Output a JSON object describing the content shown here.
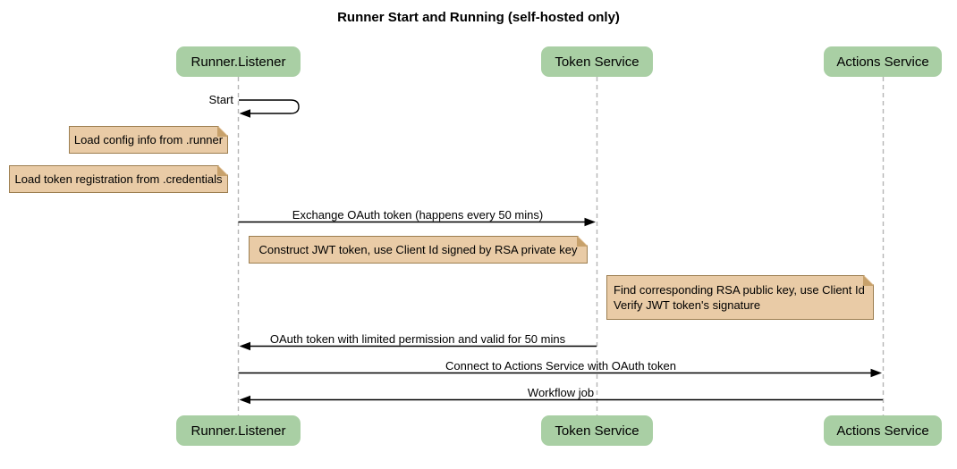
{
  "title": "Runner Start and Running (self-hosted only)",
  "actors": {
    "runner": "Runner.Listener",
    "token": "Token Service",
    "actions": "Actions Service"
  },
  "messages": {
    "start": {
      "label": "Start",
      "from": "Runner.Listener",
      "to": "Runner.Listener",
      "kind": "self-call"
    },
    "exchange_oauth": {
      "label": "Exchange OAuth token (happens every 50 mins)",
      "from": "Runner.Listener",
      "to": "Token Service",
      "kind": "solid-arrow"
    },
    "oauth_return": {
      "label": "OAuth token with limited permission and valid for 50 mins",
      "from": "Token Service",
      "to": "Runner.Listener",
      "kind": "solid-arrow"
    },
    "connect": {
      "label": "Connect to Actions Service with OAuth token",
      "from": "Runner.Listener",
      "to": "Actions Service",
      "kind": "solid-arrow"
    },
    "workflow_job": {
      "label": "Workflow job",
      "from": "Actions Service",
      "to": "Runner.Listener",
      "kind": "solid-arrow"
    }
  },
  "notes": {
    "load_config": {
      "text": "Load config info from .runner",
      "position": "left of Runner.Listener"
    },
    "load_credentials": {
      "text": "Load token registration from .credentials",
      "position": "left of Runner.Listener"
    },
    "construct_jwt": {
      "text": "Construct JWT token, use Client Id signed by RSA private key",
      "position": "right of Runner.Listener"
    },
    "verify_jwt": {
      "line1": "Find corresponding RSA public key, use Client Id",
      "line2": "Verify JWT token's signature",
      "position": "left of Actions Service"
    }
  },
  "colors": {
    "background": "#ffffff",
    "actor_fill": "#a9cfa4",
    "note_fill": "#e9cba6",
    "note_border": "#9c7e50",
    "note_fold": "#c7a16b",
    "lifeline": "#b5b5b5",
    "arrow": "#000000",
    "text": "#000000"
  }
}
